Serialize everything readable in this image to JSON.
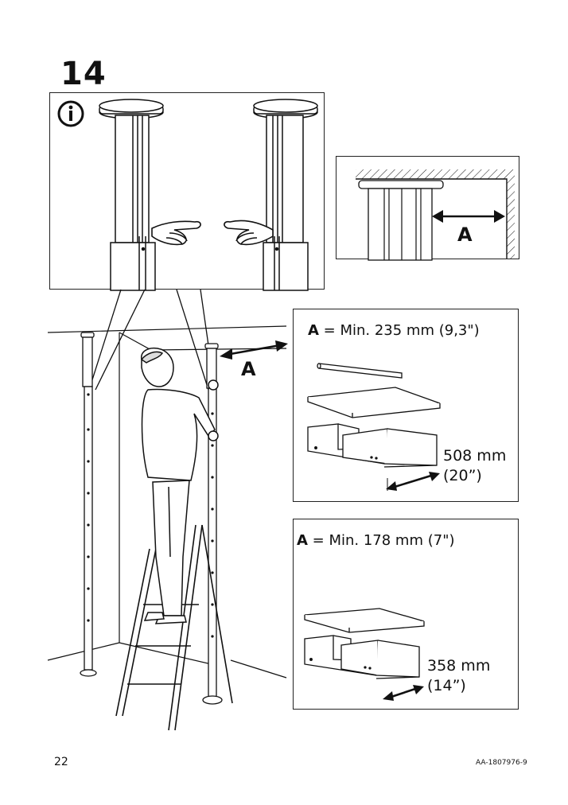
{
  "step": {
    "number": "14"
  },
  "info_icon": {
    "glyph": "i"
  },
  "clearance_label": "A",
  "option_large": {
    "a_letter": "A",
    "requirement": " = Min. 235 mm (9,3\")",
    "depth_mm": "508 mm",
    "depth_in": "(20”)"
  },
  "option_small": {
    "a_letter": "A",
    "requirement": " = Min. 178 mm (7\")",
    "depth_mm": "358 mm",
    "depth_in": "(14”)"
  },
  "footer": {
    "page_number": "22",
    "document_code": "AA-1807976-9"
  }
}
